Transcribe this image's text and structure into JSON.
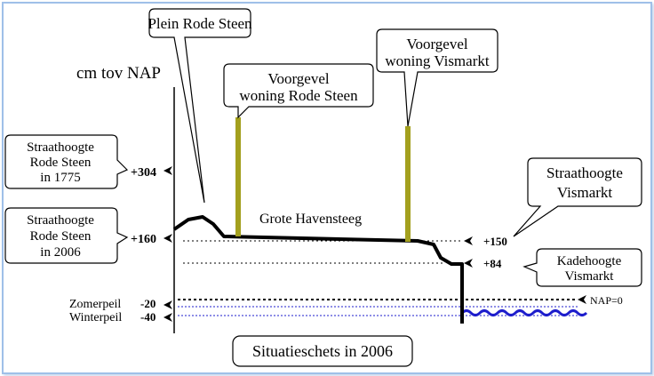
{
  "axis_title": "cm tov NAP",
  "street_name": "Grote Havensteeg",
  "callouts": {
    "plein": "Plein Rode Steen",
    "voorgevel_rode_steen": [
      "Voorgevel",
      "woning Rode Steen"
    ],
    "voorgevel_vismarkt": [
      "Voorgevel",
      "woning Vismarkt"
    ],
    "street_1775": [
      "Straathoogte",
      "Rode Steen",
      "in 1775"
    ],
    "street_2006": [
      "Straathoogte",
      "Rode Steen",
      "in 2006"
    ],
    "street_vismarkt": [
      "Straathoogte",
      "Vismarkt"
    ],
    "kade_vismarkt": [
      "Kadehoogte",
      "Vismarkt"
    ],
    "situatie": "Situatieschets in 2006"
  },
  "levels": {
    "plus304": "+304",
    "plus160": "+160",
    "plus150": "+150",
    "plus84": "+84",
    "nap": "NAP=0",
    "zomerpeil": "Zomerpeil",
    "zomerpeil_value": "-20",
    "winterpeil": "Winterpeil",
    "winterpeil_value": "-40"
  },
  "colors": {
    "facade": "#a3a01e",
    "water": "#1d1dcc",
    "frame": "#9fc0e8"
  }
}
